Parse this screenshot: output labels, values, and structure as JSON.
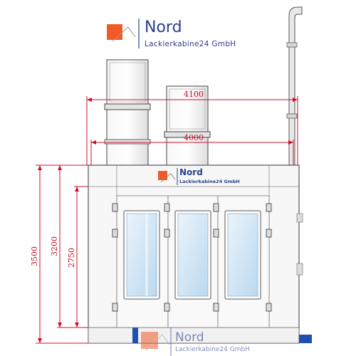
{
  "logo_top": {
    "brand": "Nord",
    "company": "Lackierkabine24 GmbH"
  },
  "logo_booth": {
    "brand": "Nord",
    "company": "Lackierkabine24 GmbH"
  },
  "logo_watermark": {
    "brand": "Nord",
    "company": "Lackierkabine24 GmbH"
  },
  "dimensions": {
    "width_outer": "4100",
    "width_inner": "4000",
    "height_total": "3500",
    "height_booth": "3200",
    "height_door": "2750"
  },
  "colors": {
    "dimension_line": "#d0102a",
    "logo_blue": "#2b3f8c",
    "logo_orange": "#f05a28",
    "outline": "#555555",
    "window_glass": "#cfe4f5",
    "base_blue": "#1f4fb0"
  }
}
